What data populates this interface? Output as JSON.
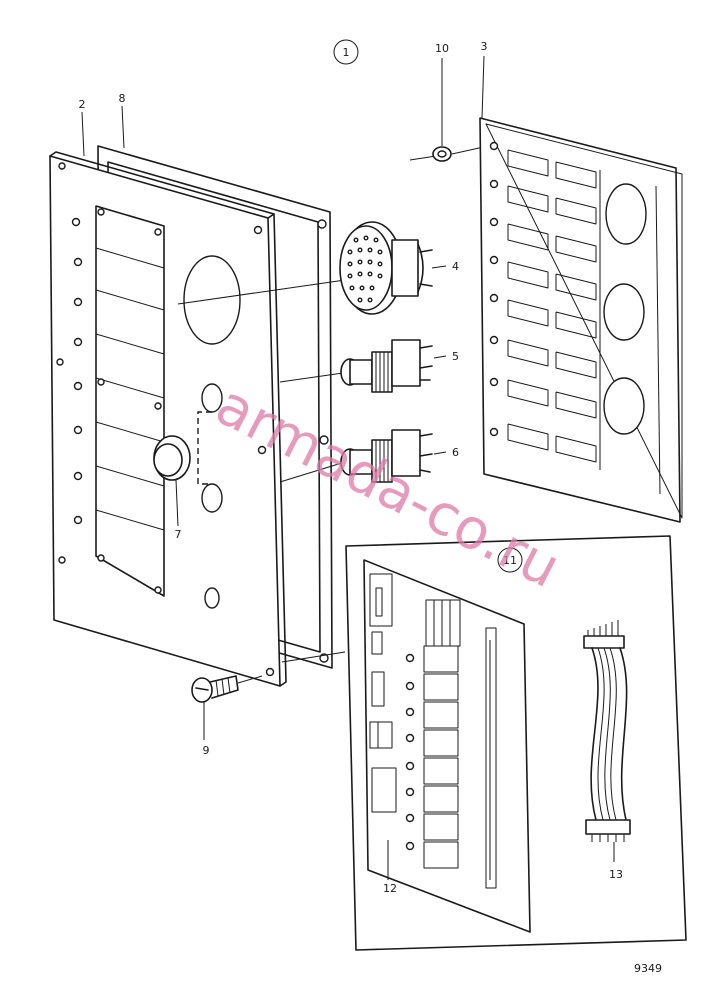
{
  "callouts": {
    "c1": "1",
    "c2": "2",
    "c3": "3",
    "c4": "4",
    "c5": "5",
    "c6": "6",
    "c7": "7",
    "c8": "8",
    "c9": "9",
    "c10": "10",
    "c11": "11",
    "c12": "12",
    "c13": "13"
  },
  "figure_ref": "9349",
  "watermark": "armada-co.ru"
}
